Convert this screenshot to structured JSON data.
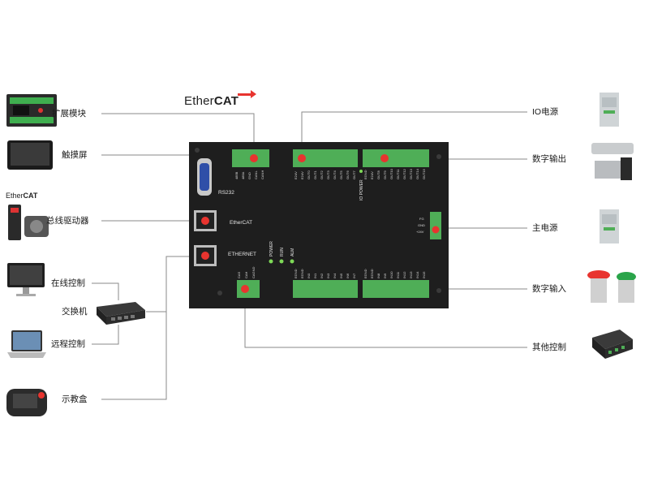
{
  "brand": {
    "ether": "Ether",
    "cat": "CAT"
  },
  "left_labels": {
    "expansion": "扩展模块",
    "touchscreen": "触摸屏",
    "bus_driver": "总线驱动器",
    "online_control": "在线控制",
    "switch": "交换机",
    "remote_control": "远程控制",
    "teach_pendant": "示教盒"
  },
  "right_labels": {
    "io_power": "IO电源",
    "digital_output": "数字输出",
    "main_power": "主电源",
    "digital_input": "数字输入",
    "other_control": "其他控制"
  },
  "controller": {
    "rs232": "RS232",
    "ethercat_port": "EtherCAT",
    "ethernet_port": "ETHERNET",
    "io_power": "IO POWER",
    "leds": [
      "POWER",
      "RUN",
      "ALM"
    ],
    "can_pins": [
      "485B",
      "485A",
      "GND",
      "CANL",
      "CANH"
    ],
    "out_a_pins": [
      "E24V",
      "E24V",
      "OUT0",
      "OUT1",
      "OUT2",
      "OUT3",
      "OUT4",
      "OUT5",
      "OUT6",
      "OUT7"
    ],
    "out_b_pins": [
      "EGND",
      "E24V",
      "OUT8",
      "OUT9",
      "OUT10",
      "OUT11",
      "OUT12",
      "OUT13",
      "OUT14",
      "OUT15"
    ],
    "in_a_pins": [
      "EGND",
      "EGND",
      "IN0",
      "IN1",
      "IN2",
      "IN3",
      "IN4",
      "IN5",
      "IN6",
      "IN7"
    ],
    "in_b_pins": [
      "EGND",
      "EGND",
      "IN8",
      "IN9",
      "IN10",
      "IN11",
      "IN12",
      "IN13",
      "IN14",
      "IN15"
    ],
    "power_pins": [
      "FG",
      "GND",
      "+24V"
    ],
    "small_pins": [
      "CAS",
      "CAH",
      "CAGND"
    ]
  },
  "colors": {
    "controller": "#1e1e1e",
    "terminal": "#4fae57",
    "knob": "#e8342f",
    "line": "#8a8a8a",
    "led": "#7ed957"
  }
}
